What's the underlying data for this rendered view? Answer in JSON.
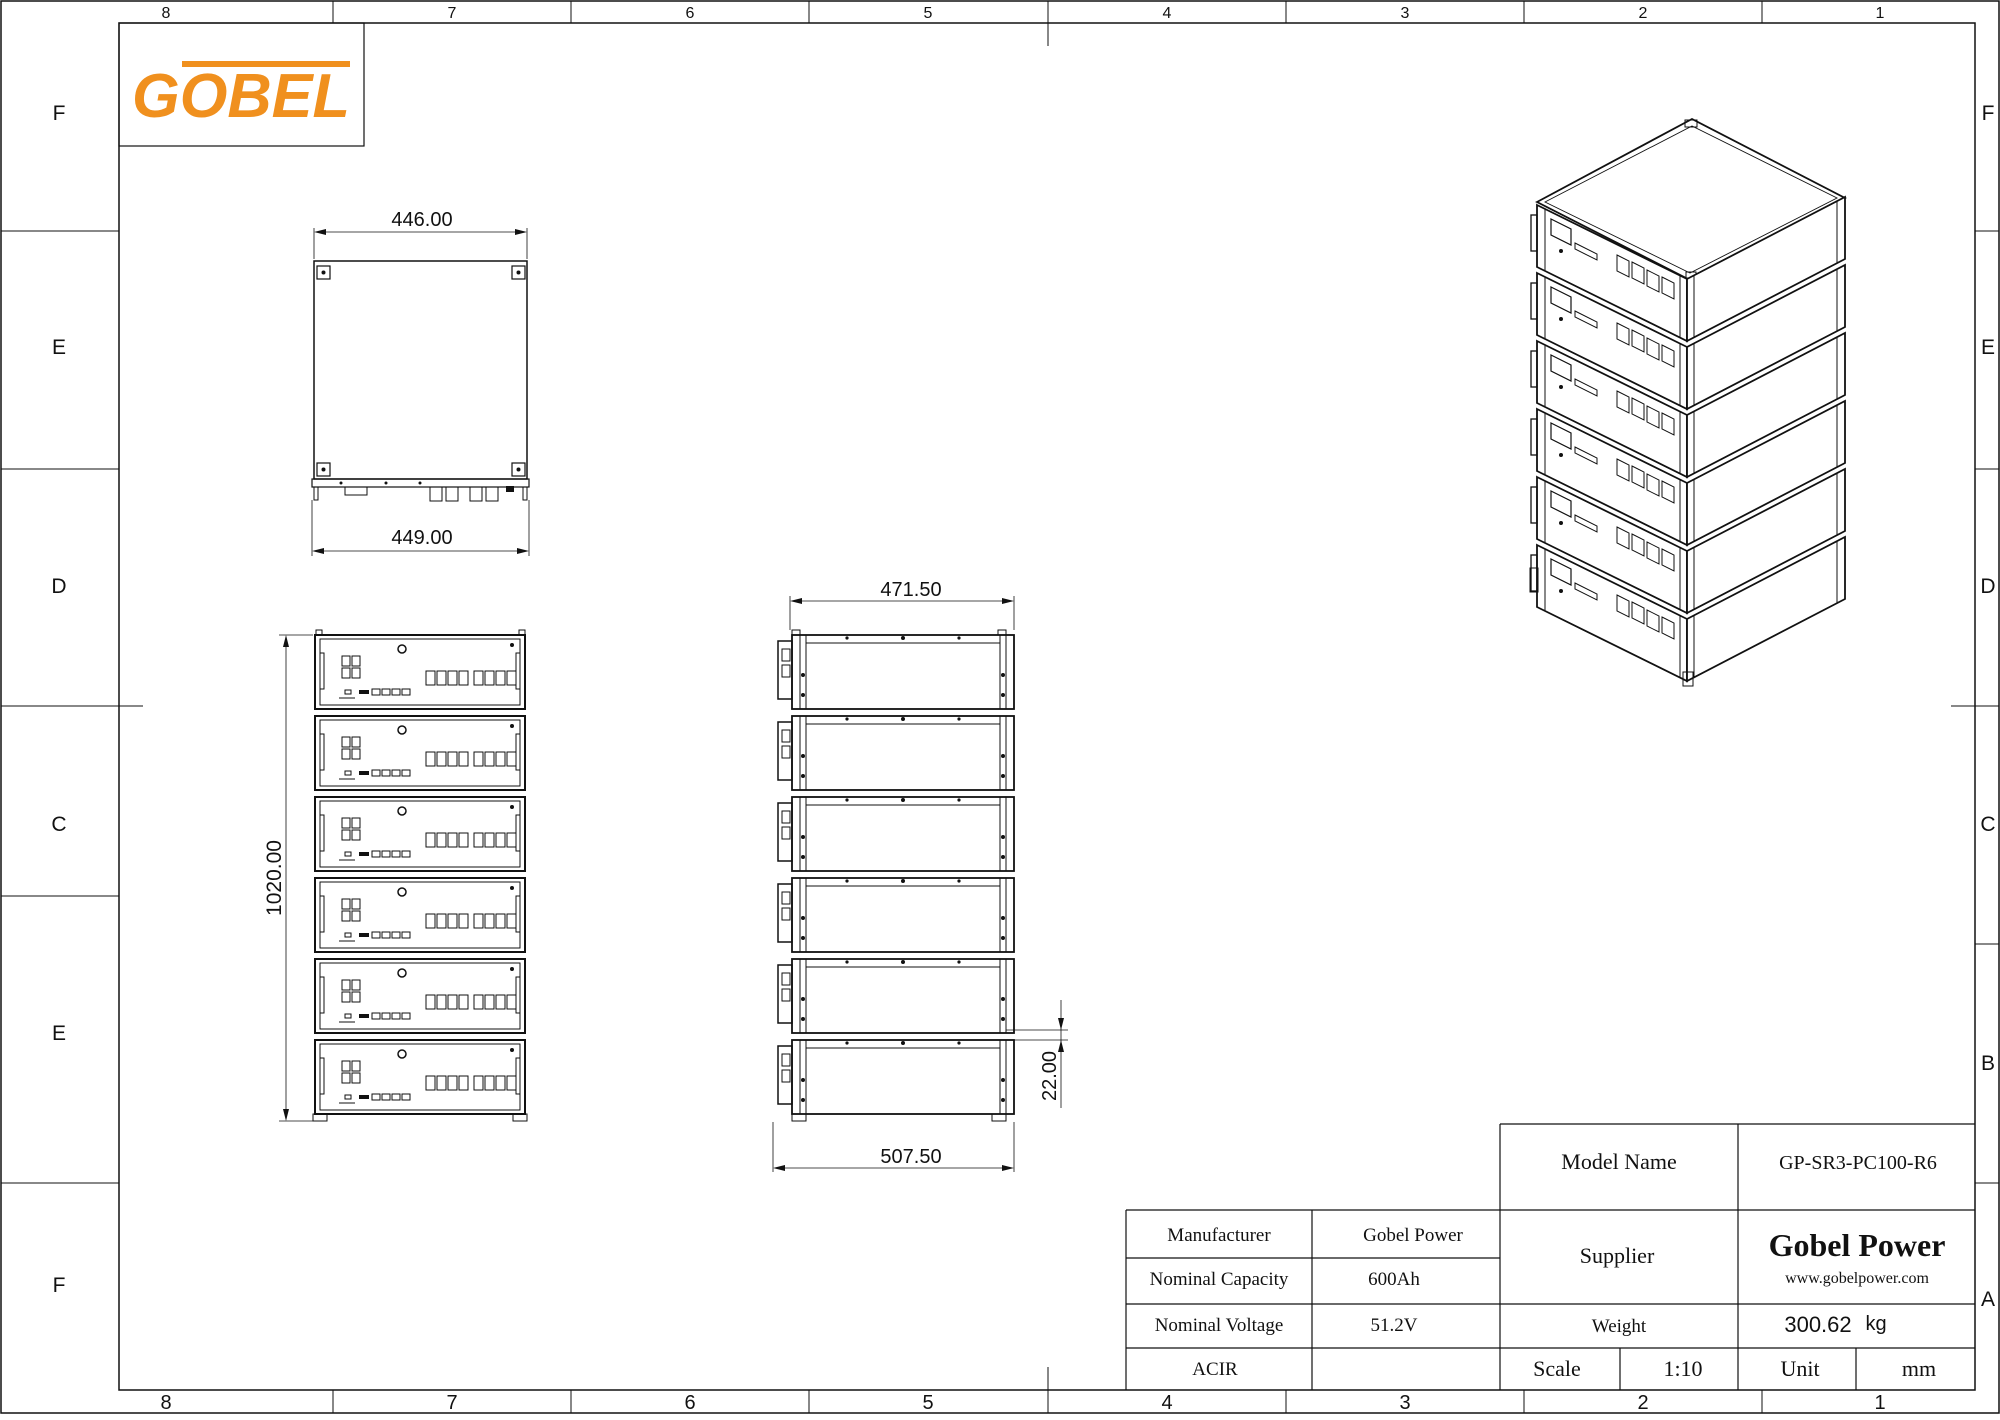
{
  "border": {
    "columns_top": [
      "8",
      "7",
      "6",
      "5",
      "4",
      "3",
      "2",
      "1"
    ],
    "columns_bottom": [
      "8",
      "7",
      "6",
      "5",
      "4",
      "3",
      "2",
      "1"
    ],
    "rows_left": [
      "F",
      "E",
      "D",
      "C",
      "E",
      "F"
    ],
    "rows_right": [
      "F",
      "E",
      "D",
      "C",
      "B",
      "A"
    ]
  },
  "logo": {
    "text": "GOBEL",
    "color": "#f0901e"
  },
  "dimensions": {
    "top_width": "446.00",
    "top_bottom_width": "449.00",
    "front_height": "1020.00",
    "side_top_width": "471.50",
    "side_bottom_width": "507.50",
    "side_gap": "22.00"
  },
  "title_block": {
    "model_name_label": "Model Name",
    "model_name_value": "GP-SR3-PC100-R6",
    "manufacturer_label": "Manufacturer",
    "manufacturer_value": "Gobel Power",
    "nominal_capacity_label": "Nominal Capacity",
    "nominal_capacity_value": "600Ah",
    "nominal_voltage_label": "Nominal Voltage",
    "nominal_voltage_value": "51.2V",
    "acir_label": "ACIR",
    "acir_value": "",
    "supplier_label": "Supplier",
    "supplier_name": "Gobel Power",
    "supplier_url": "www.gobelpower.com",
    "weight_label": "Weight",
    "weight_value": "300.62",
    "weight_unit": "kg",
    "scale_label": "Scale",
    "scale_value": "1:10",
    "unit_label": "Unit",
    "unit_value": "mm"
  }
}
